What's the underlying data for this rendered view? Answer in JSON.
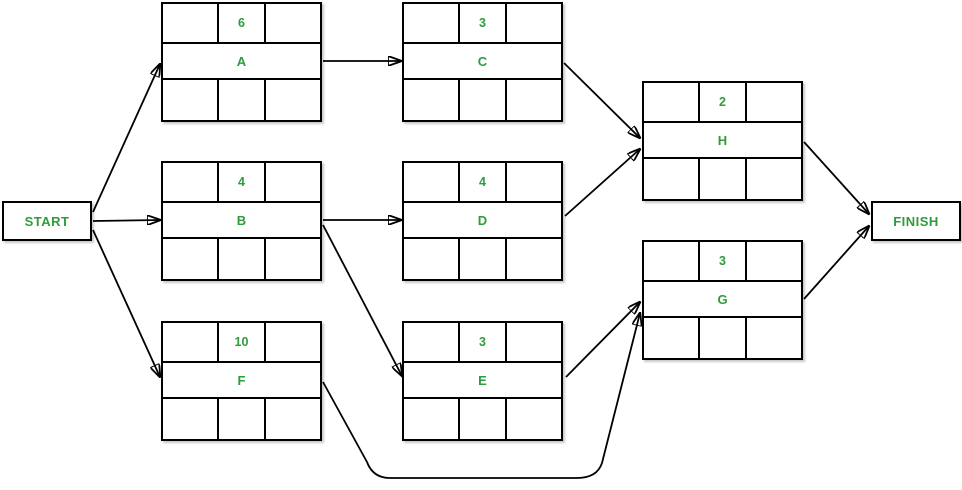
{
  "colors": {
    "label_text": "#2E9C3A",
    "line": "#000000",
    "node_fill": "#FFFFFF"
  },
  "terminals": {
    "start": "START",
    "finish": "FINISH"
  },
  "activities": {
    "A": {
      "name": "A",
      "duration": "6"
    },
    "B": {
      "name": "B",
      "duration": "4"
    },
    "C": {
      "name": "C",
      "duration": "3"
    },
    "D": {
      "name": "D",
      "duration": "4"
    },
    "E": {
      "name": "E",
      "duration": "3"
    },
    "F": {
      "name": "F",
      "duration": "10"
    },
    "G": {
      "name": "G",
      "duration": "3"
    },
    "H": {
      "name": "H",
      "duration": "2"
    }
  },
  "edges": [
    {
      "from": "START",
      "to": "A"
    },
    {
      "from": "START",
      "to": "B"
    },
    {
      "from": "START",
      "to": "F"
    },
    {
      "from": "A",
      "to": "C"
    },
    {
      "from": "B",
      "to": "D"
    },
    {
      "from": "B",
      "to": "E"
    },
    {
      "from": "C",
      "to": "H"
    },
    {
      "from": "D",
      "to": "H"
    },
    {
      "from": "E",
      "to": "G"
    },
    {
      "from": "F",
      "to": "G"
    },
    {
      "from": "H",
      "to": "FINISH"
    },
    {
      "from": "G",
      "to": "FINISH"
    }
  ]
}
